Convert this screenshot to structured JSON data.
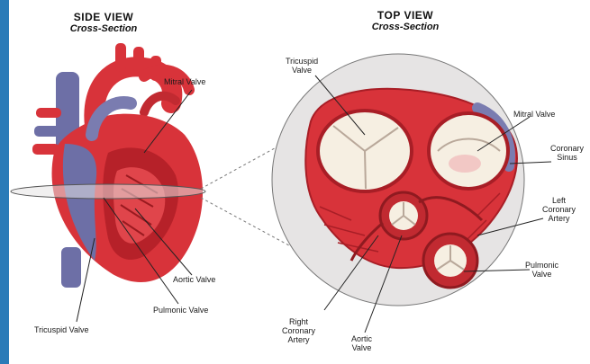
{
  "side_view": {
    "title": "SIDE VIEW",
    "subtitle": "Cross-Section",
    "labels": {
      "mitral_valve": "Mitral Valve",
      "aortic_valve": "Aortic Valve",
      "pulmonic_valve": "Pulmonic Valve",
      "tricuspid_valve": "Tricuspid Valve"
    }
  },
  "top_view": {
    "title": "TOP VIEW",
    "subtitle": "Cross-Section",
    "labels": {
      "tricuspid_valve": "Tricuspid\nValve",
      "mitral_valve": "Mitral Valve",
      "coronary_sinus": "Coronary\nSinus",
      "left_coronary_artery": "Left\nCoronary\nArtery",
      "pulmonic_valve": "Pulmonic\nValve",
      "right_coronary_artery": "Right\nCoronary\nArtery",
      "aortic_valve": "Aortic\nValve"
    }
  },
  "colors": {
    "frame": "#2a7bb8",
    "muscle": "#d8333a",
    "muscle_dark": "#a81e26",
    "vein": "#6d6fa6",
    "valve_cream": "#f6efe2",
    "section_disc": "#e6e4e4"
  }
}
